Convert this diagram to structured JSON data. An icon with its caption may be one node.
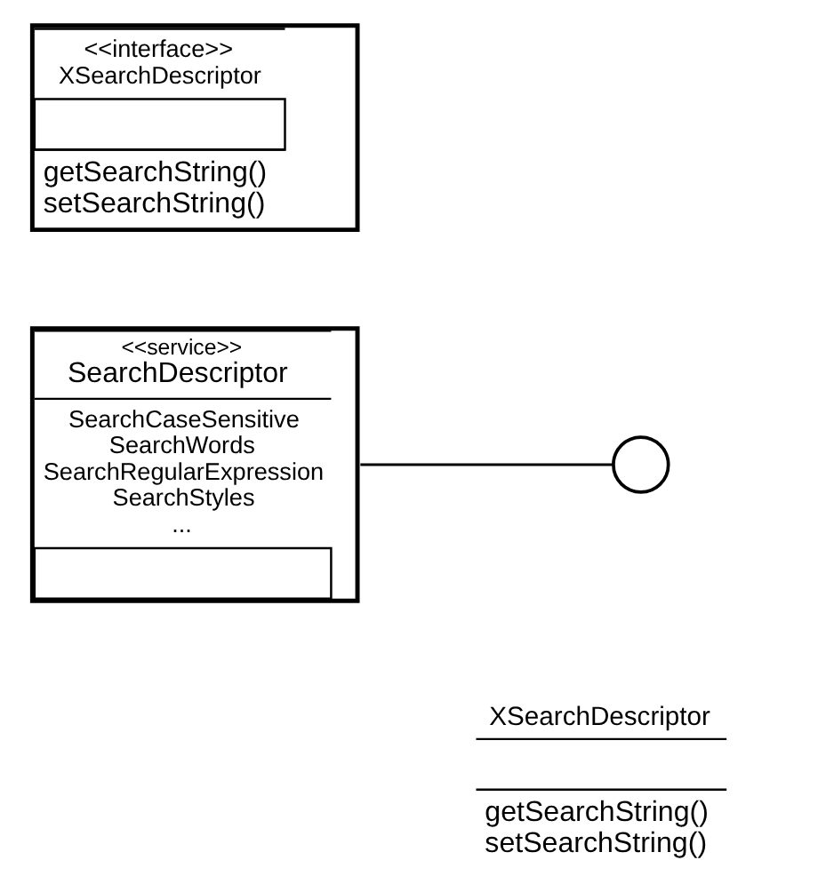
{
  "diagram": {
    "nodes": [
      {
        "text": [
          "<<interface>>",
          "XSearchDescriptor",
          "getSearchString() setSearchString()"
        ]
      },
      {
        "text": [
          "<<service>>",
          "SearchDescriptor",
          "SearchCaseSensitive SearchWords SearchRegularExpression SearchStyles ..."
        ]
      },
      {
        "text": [],
        "shape": "circle"
      },
      {
        "text": [
          "XSearchDescriptor",
          "getSearchString() setSearchString()"
        ]
      }
    ],
    "edges": [
      {
        "from": 1,
        "to": 2,
        "arrow": "none"
      }
    ]
  }
}
